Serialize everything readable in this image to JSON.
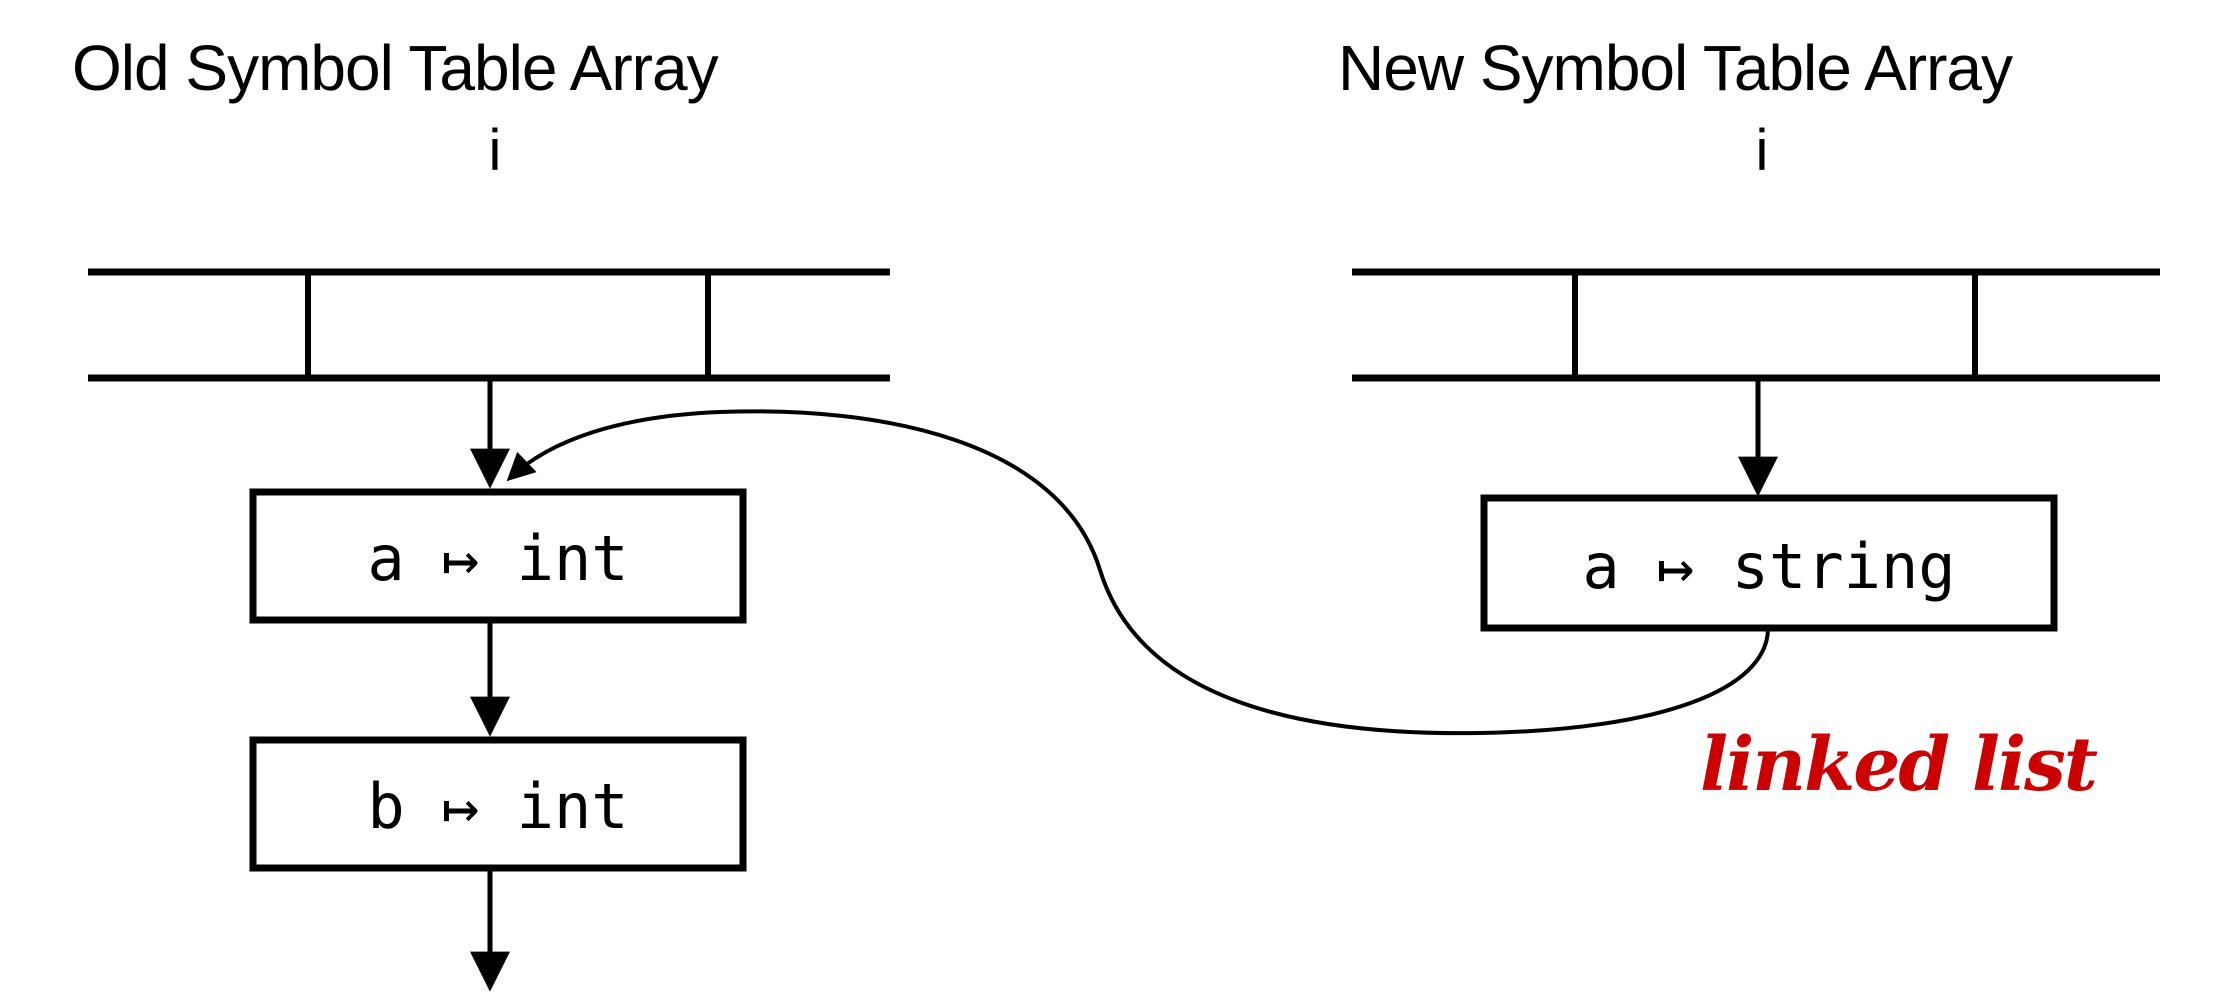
{
  "diagram": {
    "title_left": "Old Symbol Table Array",
    "title_right": "New Symbol Table Array",
    "index_label_left": "i",
    "index_label_right": "i",
    "annotation": "linked list",
    "annotation_color": "#CC0000",
    "stroke_color": "#000000",
    "background_color": "#FFFFFF"
  },
  "left_chain": {
    "nodes": [
      {
        "label": "a ↦ int"
      },
      {
        "label": "b ↦ int"
      }
    ]
  },
  "right_chain": {
    "nodes": [
      {
        "label": "a ↦ string"
      }
    ]
  }
}
